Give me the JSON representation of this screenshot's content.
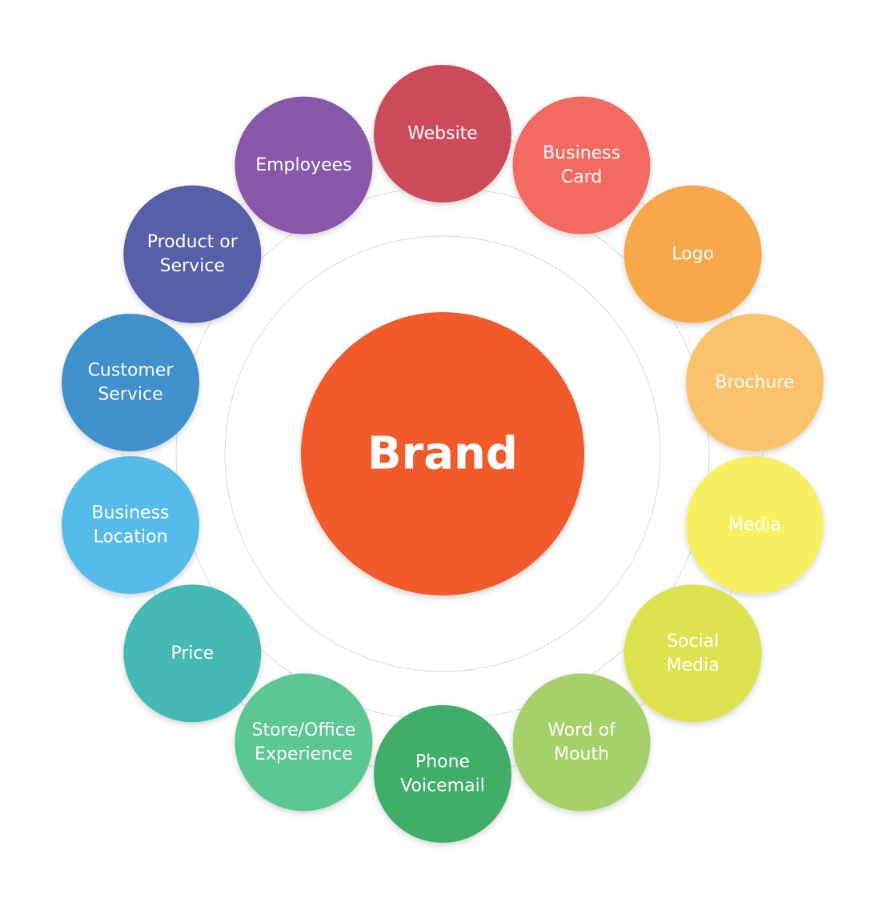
{
  "center": {
    "label": "Brand",
    "color": "#F15A29"
  },
  "nodes": [
    {
      "lines": [
        "Website"
      ],
      "color": "#CC4B5A"
    },
    {
      "lines": [
        "Business",
        "Card"
      ],
      "color": "#F26A62"
    },
    {
      "lines": [
        "Logo"
      ],
      "color": "#F6A84C"
    },
    {
      "lines": [
        "Brochure"
      ],
      "color": "#FBC26C"
    },
    {
      "lines": [
        "Media"
      ],
      "color": "#F7F060"
    },
    {
      "lines": [
        "Social",
        "Media"
      ],
      "color": "#DCE34F"
    },
    {
      "lines": [
        "Word of",
        "Mouth"
      ],
      "color": "#A6D06A"
    },
    {
      "lines": [
        "Phone",
        "Voicemail"
      ],
      "color": "#40AD69"
    },
    {
      "lines": [
        "Store/Office",
        "Experience"
      ],
      "color": "#5BC792"
    },
    {
      "lines": [
        "Price"
      ],
      "color": "#45BAB4"
    },
    {
      "lines": [
        "Business",
        "Location"
      ],
      "color": "#55BCE9"
    },
    {
      "lines": [
        "Customer",
        "Service"
      ],
      "color": "#4090CC"
    },
    {
      "lines": [
        "Product or",
        "Service"
      ],
      "color": "#565EA8"
    },
    {
      "lines": [
        "Employees"
      ],
      "color": "#8759A8"
    }
  ]
}
